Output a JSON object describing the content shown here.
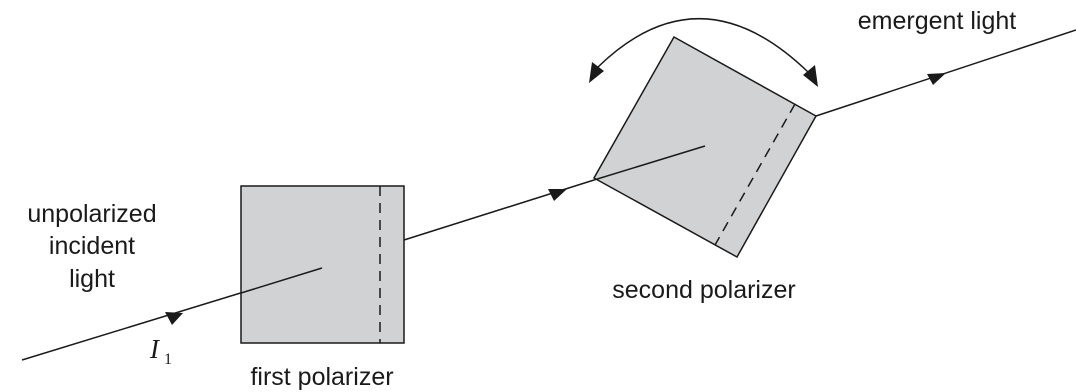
{
  "labels": {
    "incident_line1": "unpolarized",
    "incident_line2": "incident",
    "incident_line3": "light",
    "intensity_symbol": "I",
    "intensity_subscript": "1",
    "first_polarizer": "first polarizer",
    "second_polarizer": "second polarizer",
    "emergent": "emergent light"
  },
  "colors": {
    "polarizer_fill": "#d0d2d3",
    "stroke": "#1a1a1a"
  }
}
